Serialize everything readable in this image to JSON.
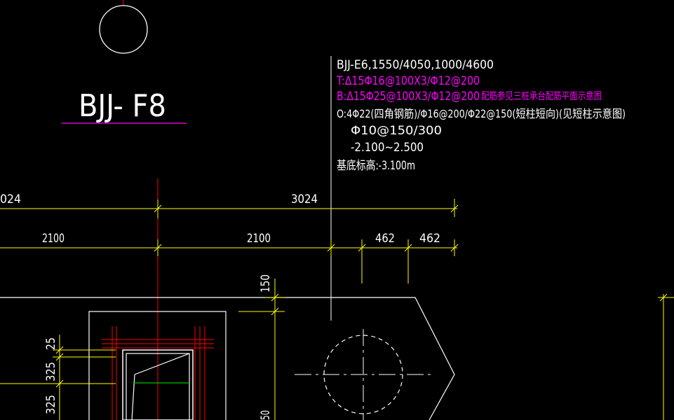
{
  "drawing": {
    "title": "BJJ- F8",
    "notes": {
      "line1": "BJJ-E6,1550/4050,1000/4600",
      "line2": "T:Δ15Φ16@100X3/Φ12@200",
      "line3": "B:Δ15Φ25@100X3/Φ12@200",
      "line3_note": "配筋参见三桩承台配筋平面示意图",
      "line4": "O:4Φ22(四角钢筋)/Φ16@200/Φ22@150(短柱短向)(见短柱示意图)",
      "line5": "Φ10@150/300",
      "line6": "-2.100~2.500",
      "line7": "基底标高:-3.100m"
    },
    "dimensions": {
      "top_left": "024",
      "top_right": "3024",
      "mid_left": "2100",
      "mid_right": "2100",
      "right_a": "462",
      "right_b": "462",
      "vert_150": "150",
      "vert_25": "25",
      "vert_325a": "325",
      "vert_325b": "325",
      "vert_50": "50"
    }
  },
  "colors": {
    "white": "#ffffff",
    "magenta": "#ff00ff",
    "yellow": "#ffff00",
    "red": "#ff0000",
    "green": "#00c000"
  }
}
